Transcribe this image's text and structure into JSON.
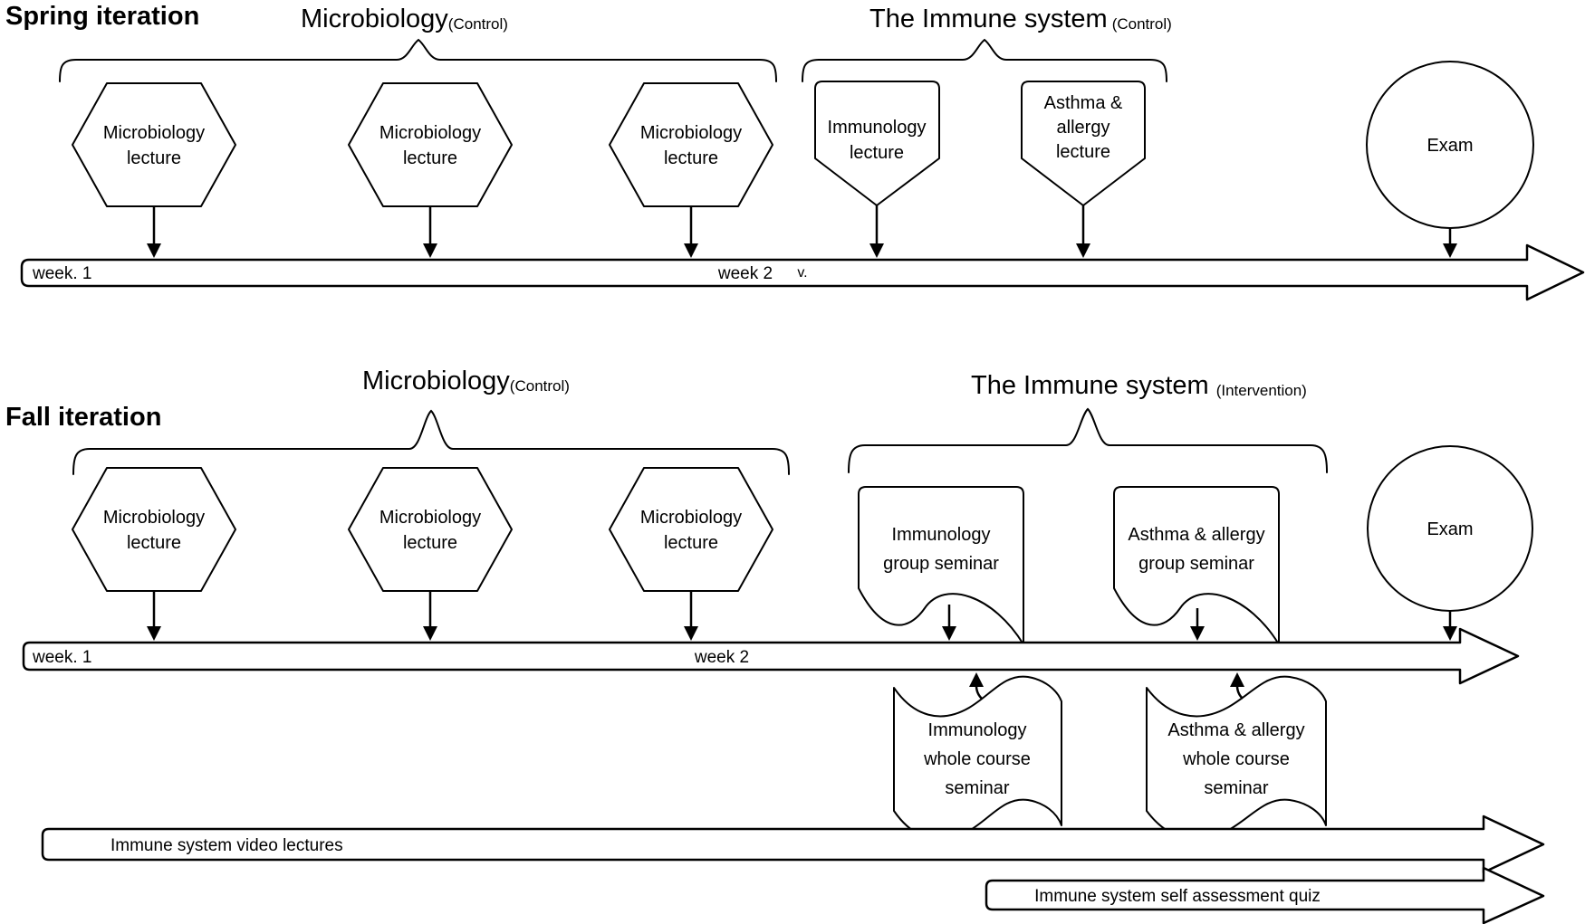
{
  "spring": {
    "label": "Spring iteration",
    "group1": {
      "title": "Microbiology",
      "tag": "(Control)"
    },
    "group2": {
      "title": "The Immune system",
      "tag": "(Control)"
    },
    "hexagons": [
      {
        "line1": "Microbiology",
        "line2": "lecture"
      },
      {
        "line1": "Microbiology",
        "line2": "lecture"
      },
      {
        "line1": "Microbiology",
        "line2": "lecture"
      }
    ],
    "immunology": {
      "line1": "Immunology",
      "line2": "lecture"
    },
    "asthma": {
      "line1": "Asthma &",
      "line2": "allergy",
      "line3": "lecture"
    },
    "exam": "Exam",
    "timeline": {
      "week1": "week. 1",
      "week2": "week 2",
      "note": "v."
    }
  },
  "fall": {
    "label": "Fall iteration",
    "group1": {
      "title": "Microbiology",
      "tag": "(Control)"
    },
    "group2": {
      "title": "The Immune system",
      "tag": "(Intervention)"
    },
    "hexagons": [
      {
        "line1": "Microbiology",
        "line2": "lecture"
      },
      {
        "line1": "Microbiology",
        "line2": "lecture"
      },
      {
        "line1": "Microbiology",
        "line2": "lecture"
      }
    ],
    "group_seminars": [
      {
        "line1": "Immunology",
        "line2": "group seminar"
      },
      {
        "line1": "Asthma & allergy",
        "line2": "group seminar"
      }
    ],
    "whole_course": [
      {
        "line1": "Immunology",
        "line2": "whole course",
        "line3": "seminar"
      },
      {
        "line1": "Asthma & allergy",
        "line2": "whole course",
        "line3": "seminar"
      }
    ],
    "exam": "Exam",
    "timeline": {
      "week1": "week. 1",
      "week2": "week 2"
    }
  },
  "bottom": {
    "video_label": "Immune system video lectures",
    "quiz_label": "Immune system self assessment quiz"
  },
  "colors": {
    "stroke": "#000000",
    "background": "#ffffff"
  }
}
